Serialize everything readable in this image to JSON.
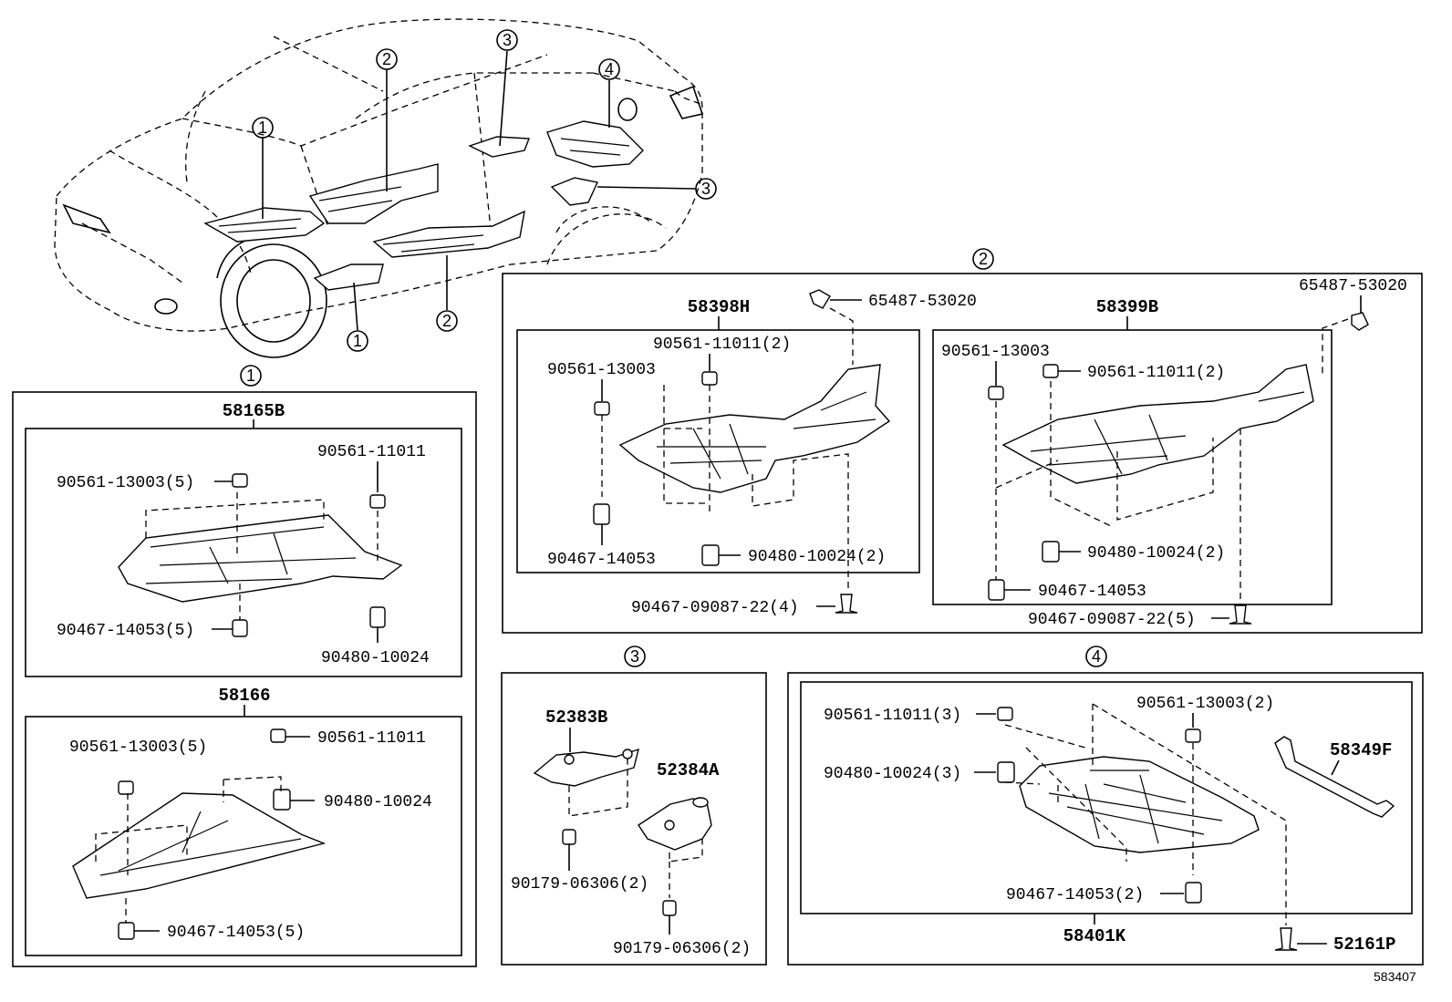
{
  "callouts": {
    "c1": "1",
    "c2": "2",
    "c3": "3",
    "c4": "4"
  },
  "section1": {
    "group_a": "58165B",
    "group_a_labels": {
      "nut_small": "90561-11011",
      "nut_qty": "90561-13003(5)",
      "clip_qty": "90467-14053(5)",
      "bolt": "90480-10024"
    },
    "group_b": "58166",
    "group_b_labels": {
      "nut_qty": "90561-13003(5)",
      "nut_small": "90561-11011",
      "bolt": "90480-10024",
      "clip_qty": "90467-14053(5)"
    }
  },
  "section2": {
    "screw_left": "65487-53020",
    "screw_right": "65487-53020",
    "group_a": "58398H",
    "group_a_labels": {
      "nut_small": "90561-11011(2)",
      "nut": "90561-13003",
      "clip": "90467-14053",
      "bolt": "90480-10024(2)"
    },
    "fastener_a": "90467-09087-22(4)",
    "group_b": "58399B",
    "group_b_labels": {
      "nut": "90561-13003",
      "nut_small": "90561-11011(2)",
      "bolt": "90480-10024(2)",
      "clip": "90467-14053"
    },
    "fastener_b": "90467-09087-22(5)"
  },
  "section3": {
    "part_a": "52383B",
    "part_b": "52384A",
    "clip_a": "90179-06306(2)",
    "clip_b": "90179-06306(2)"
  },
  "section4": {
    "nut_small": "90561-11011(3)",
    "nut": "90561-13003(2)",
    "bolt": "90480-10024(3)",
    "bracket": "58349F",
    "clip": "90467-14053(2)",
    "group": "58401K",
    "fastener": "52161P"
  },
  "footer_ref": "583407"
}
